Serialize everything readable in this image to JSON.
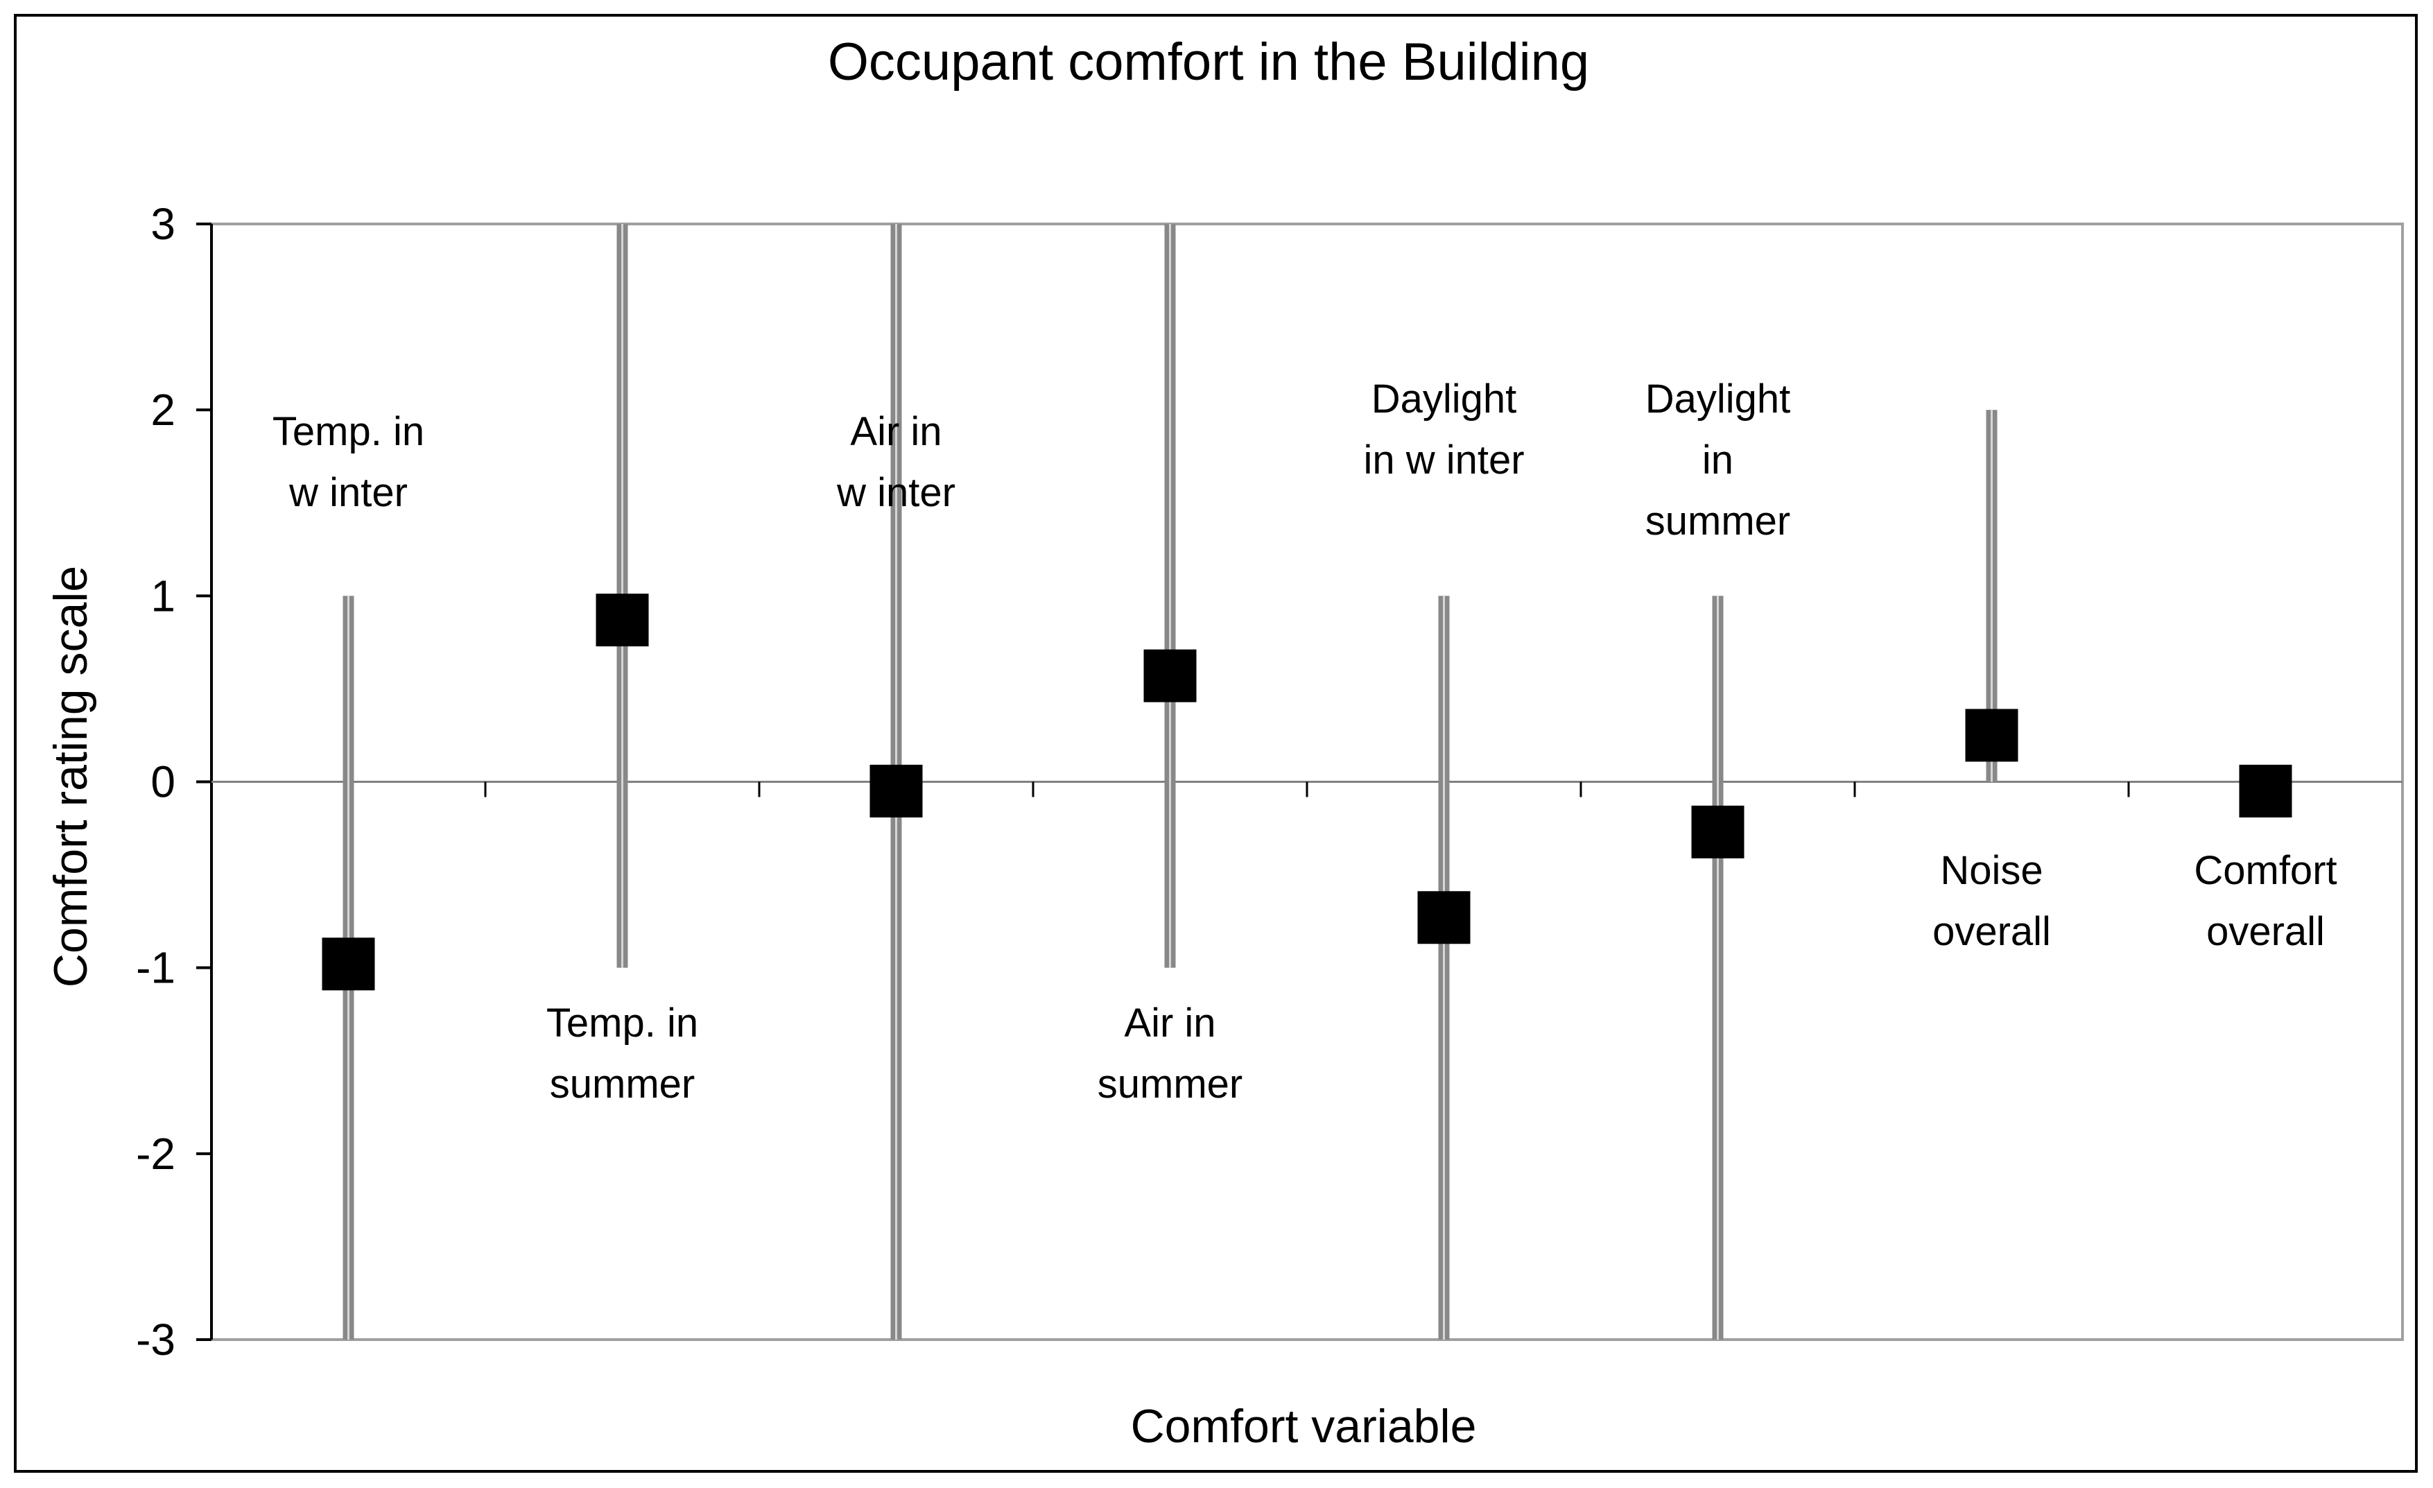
{
  "chart_data": {
    "type": "scatter",
    "title": "Occupant comfort in the Building",
    "xlabel": "Comfort variable",
    "ylabel": "Comfort rating scale",
    "ylim": [
      -3,
      3
    ],
    "yticks": [
      3,
      2,
      1,
      0,
      -1,
      -2,
      -3
    ],
    "ytick_labels": [
      "3",
      "2",
      "1",
      "0",
      "-1",
      "-2",
      "-3"
    ],
    "grid": false,
    "legend": "none",
    "marker": "square",
    "colors": {
      "marker": "#000000",
      "range_bar": "#888888",
      "frame": "#a0a0a0",
      "zero_line": "#808080"
    },
    "points": [
      {
        "label_lines": [
          "Temp. in",
          "w inter"
        ],
        "label_pos": "above",
        "mean": -0.98,
        "low": -3,
        "high": 1
      },
      {
        "label_lines": [
          "Temp. in",
          "summer"
        ],
        "label_pos": "below",
        "mean": 0.87,
        "low": -1,
        "high": 3
      },
      {
        "label_lines": [
          "Air in",
          "w inter"
        ],
        "label_pos": "above",
        "mean": -0.05,
        "low": -3,
        "high": 3
      },
      {
        "label_lines": [
          "Air in",
          "summer"
        ],
        "label_pos": "below",
        "mean": 0.57,
        "low": -1,
        "high": 3
      },
      {
        "label_lines": [
          "Daylight",
          "in w inter"
        ],
        "label_pos": "above",
        "mean": -0.73,
        "low": -3,
        "high": 1
      },
      {
        "label_lines": [
          "Daylight",
          "in",
          "summer"
        ],
        "label_pos": "above",
        "mean": -0.27,
        "low": -3,
        "high": 1
      },
      {
        "label_lines": [
          "Noise",
          "overall"
        ],
        "label_pos": "below",
        "mean": 0.25,
        "low": 0,
        "high": 2
      },
      {
        "label_lines": [
          "Comfort",
          "overall"
        ],
        "label_pos": "below",
        "mean": -0.05,
        "low": null,
        "high": null
      }
    ]
  }
}
